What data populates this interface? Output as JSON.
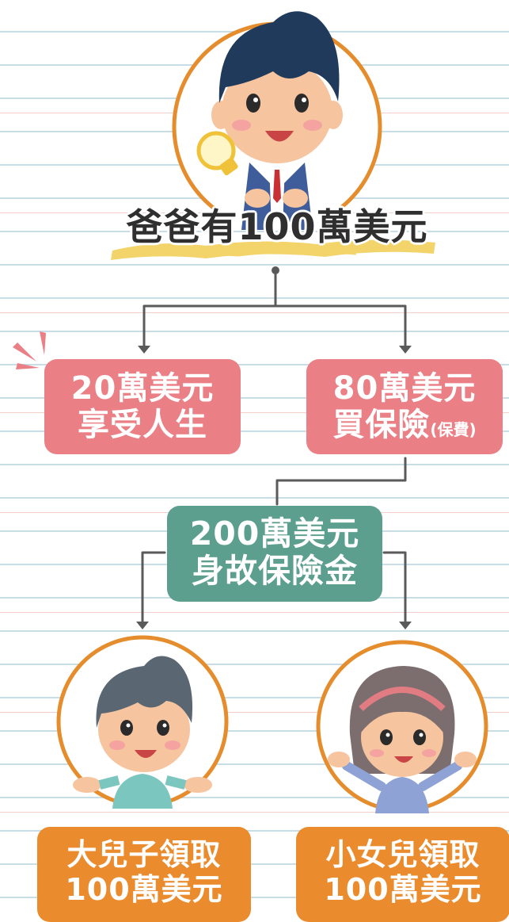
{
  "title": "爸爸有100萬美元",
  "left_node": {
    "line1": "20萬美元",
    "line2": "享受人生"
  },
  "right_node": {
    "line1": "80萬美元",
    "line2": "買保險",
    "line2_small": "(保費)"
  },
  "center_node": {
    "line1": "200萬美元",
    "line2": "身故保險金"
  },
  "son_node": {
    "line1": "大兒子領取",
    "line2": "100萬美元"
  },
  "daughter_node": {
    "line1": "小女兒領取",
    "line2": "100萬美元"
  },
  "colors": {
    "pink_box": "#ea7f86",
    "teal_box": "#5d9f8f",
    "orange_box": "#ea8b2e",
    "circle_ring": "#e58d2c",
    "connector": "#5a5a5a",
    "brush": "#f3d46a"
  },
  "icons": {
    "father": "boy-student-illustration",
    "bulb": "light-bulb-icon",
    "son": "boy-child-illustration",
    "daughter": "girl-child-illustration",
    "burst": "spark-burst-icon"
  }
}
